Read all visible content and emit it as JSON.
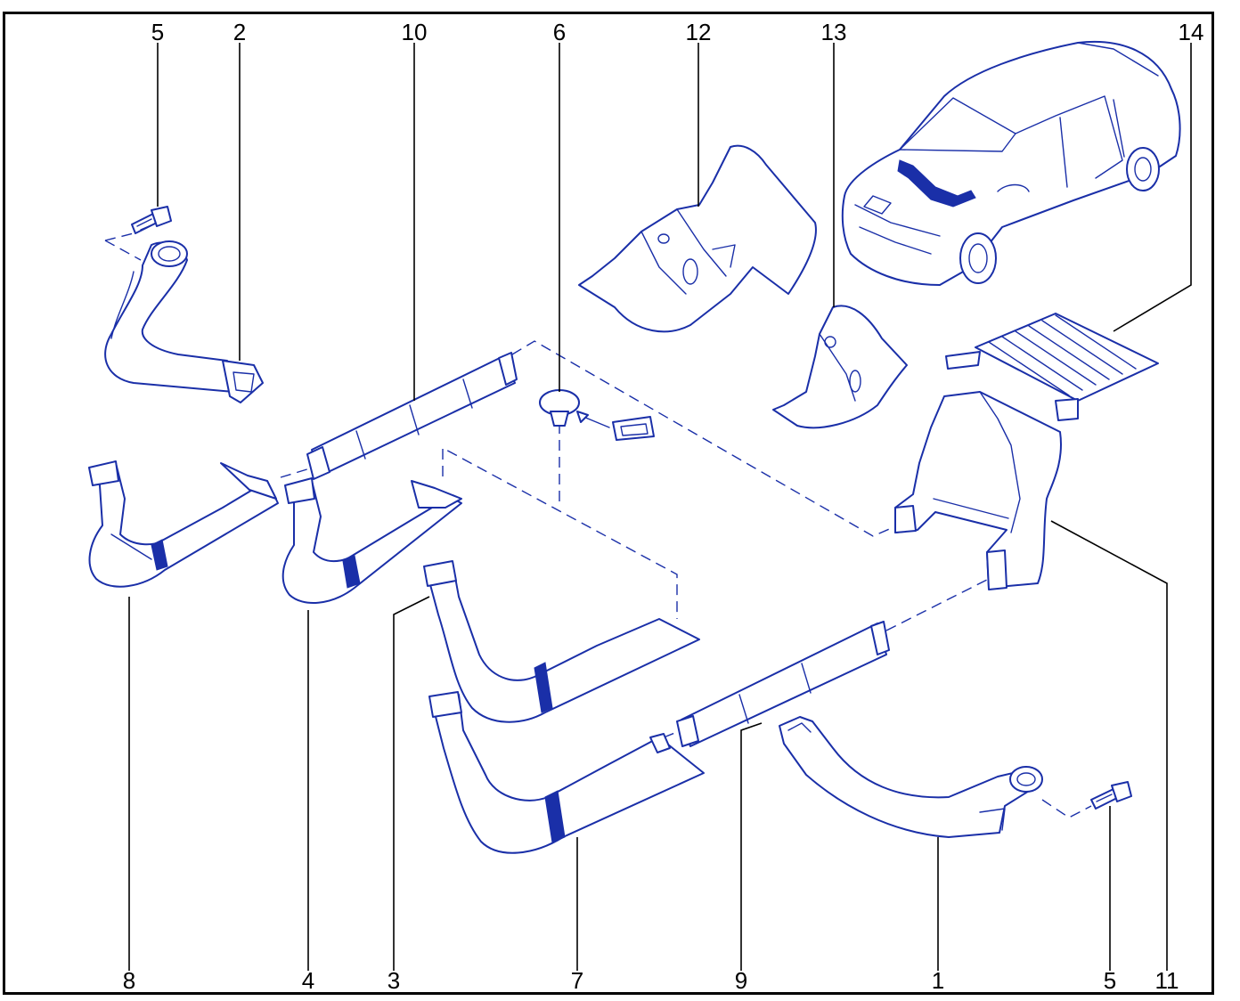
{
  "callouts": [
    {
      "id": "c5a",
      "label": "5"
    },
    {
      "id": "c2",
      "label": "2"
    },
    {
      "id": "c10",
      "label": "10"
    },
    {
      "id": "c6",
      "label": "6"
    },
    {
      "id": "c12",
      "label": "12"
    },
    {
      "id": "c13",
      "label": "13"
    },
    {
      "id": "c14",
      "label": "14"
    },
    {
      "id": "c8",
      "label": "8"
    },
    {
      "id": "c4",
      "label": "4"
    },
    {
      "id": "c3",
      "label": "3"
    },
    {
      "id": "c7",
      "label": "7"
    },
    {
      "id": "c9",
      "label": "9"
    },
    {
      "id": "c1",
      "label": "1"
    },
    {
      "id": "c5b",
      "label": "5"
    },
    {
      "id": "c11",
      "label": "11"
    }
  ],
  "colors": {
    "linework": "#1a2fa8",
    "leader": "#000000",
    "frame": "#000000"
  }
}
